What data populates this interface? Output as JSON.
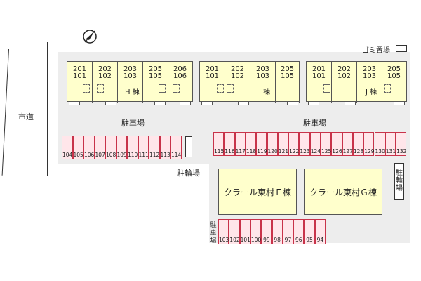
{
  "labels": {
    "city_road": "市道",
    "garbage": "ゴミ置場",
    "parking_left": "駐車場",
    "parking_right": "駐車場",
    "bicycle": "駐輪場",
    "bicycle_right": "駐輪場",
    "parking_small": "駐車場"
  },
  "buildings": {
    "H": {
      "label": "H 棟",
      "units": [
        {
          "top": "201",
          "bottom": "101"
        },
        {
          "top": "202",
          "bottom": "102"
        },
        {
          "top": "203",
          "bottom": "103"
        },
        {
          "top": "205",
          "bottom": "105"
        },
        {
          "top": "206",
          "bottom": "106"
        }
      ]
    },
    "I": {
      "label": "I 棟",
      "units": [
        {
          "top": "201",
          "bottom": "101"
        },
        {
          "top": "202",
          "bottom": "102"
        },
        {
          "top": "203",
          "bottom": "103"
        },
        {
          "top": "205",
          "bottom": "105"
        }
      ]
    },
    "J": {
      "label": "J 棟",
      "units": [
        {
          "top": "201",
          "bottom": "101"
        },
        {
          "top": "202",
          "bottom": "102"
        },
        {
          "top": "203",
          "bottom": "103"
        },
        {
          "top": "205",
          "bottom": "105"
        }
      ]
    },
    "F": {
      "label": "クラール東村Ｆ棟"
    },
    "G": {
      "label": "クラール東村Ｇ棟"
    }
  },
  "parking": {
    "left_row": [
      "104",
      "105",
      "106",
      "107",
      "108",
      "109",
      "110",
      "111",
      "112",
      "113",
      "114"
    ],
    "right_row": [
      "115",
      "116",
      "117",
      "118",
      "119",
      "120",
      "121",
      "122",
      "123",
      "124",
      "125",
      "126",
      "127",
      "128",
      "129",
      "130",
      "131",
      "132"
    ],
    "bottom_row": [
      "103",
      "102",
      "101",
      "100",
      "99",
      "98",
      "97",
      "96",
      "95",
      "94"
    ]
  },
  "icons": {
    "north": "compass-north-icon",
    "garbage": "garbage-box-icon"
  }
}
